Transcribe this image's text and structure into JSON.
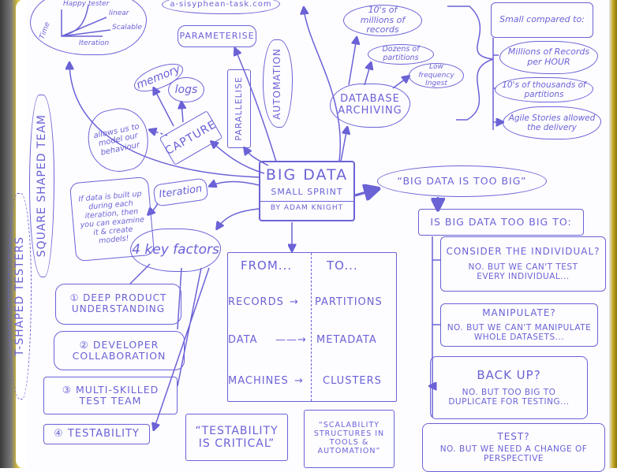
{
  "title": "BIG DATA",
  "subtitle": "SMALL SPRINT",
  "author": "BY ADAM KNIGHT",
  "website": "a-sisyphean-task.com",
  "graph": {
    "y_label": "Time",
    "x_label": "Iteration",
    "lines": [
      "Happy tester",
      "linear",
      "Scalable"
    ]
  },
  "left_branch": {
    "parameterise": "PARAMETERISE",
    "automation": "AUTOMATION",
    "parallelise": "PARALLELISE",
    "capture": "CAPTURE",
    "memory": "memory",
    "logs": "logs",
    "model_note": "allows us to model our behaviour",
    "iteration": "Iteration",
    "iteration_note": "If data is built up during each iteration, then you can examine it & create models!"
  },
  "database": {
    "label": "DATABASE ARCHIVING",
    "items": [
      "10's of millions of records",
      "Dozens of partitions",
      "Low frequency Ingest"
    ],
    "compared_header": "Small compared to:",
    "compared": [
      "Millions of Records per HOUR",
      "10's of thousands of partitions",
      "Agile Stories allowed the delivery"
    ]
  },
  "too_big": {
    "quote": "“BIG DATA IS TOO BIG”",
    "question": "IS BIG DATA TOO BIG TO:",
    "items": [
      {
        "q": "CONSIDER THE INDIVIDUAL?",
        "a": "NO. BUT WE CAN'T TEST EVERY INDIVIDUAL..."
      },
      {
        "q": "MANIPULATE?",
        "a": "NO. BUT WE CAN'T MANIPULATE WHOLE DATASETS..."
      },
      {
        "q": "BACK UP?",
        "a": "NO. BUT TOO BIG TO DUPLICATE FOR TESTING..."
      },
      {
        "q": "TEST?",
        "a": "NO. BUT WE NEED A CHANGE OF PERSPECTIVE"
      }
    ]
  },
  "factors": {
    "label": "4 key factors",
    "items": [
      "① DEEP PRODUCT UNDERSTANDING",
      "② DEVELOPER COLLABORATION",
      "③ MULTI-SKILLED TEST TEAM",
      "④ TESTABILITY"
    ],
    "square_team": "SQUARE SHAPED TEAM",
    "t_testers": "T-SHAPED TESTERS"
  },
  "from_to": {
    "from_header": "FROM...",
    "to_header": "TO...",
    "rows": [
      {
        "from": "RECORDS",
        "to": "PARTITIONS"
      },
      {
        "from": "DATA",
        "to": "METADATA"
      },
      {
        "from": "MACHINES",
        "to": "CLUSTERS"
      }
    ]
  },
  "testability_critical": "“TESTABILITY IS CRITICAL”",
  "scalability": "“SCALABILITY STRUCTURES IN TOOLS & AUTOMATION”"
}
